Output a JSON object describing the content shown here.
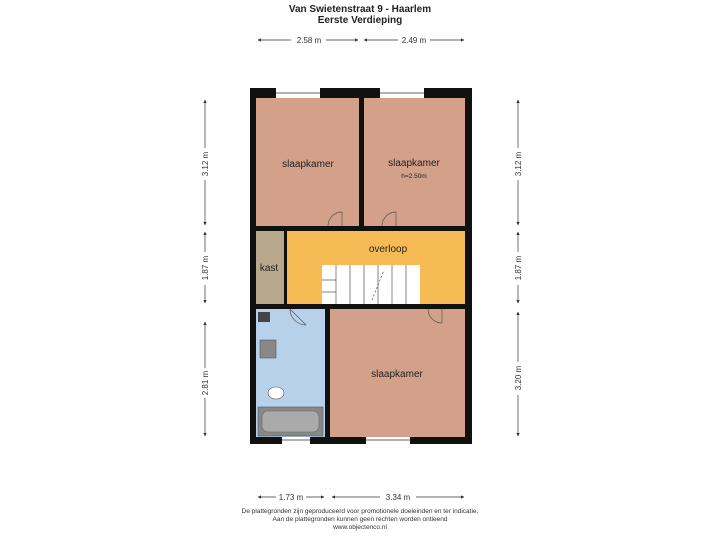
{
  "header": {
    "title": "Van Swietenstraat 9 - Haarlem",
    "subtitle": "Eerste Verdieping"
  },
  "dimensions": {
    "top_left": "2.58 m",
    "top_right": "2.49 m",
    "bottom_left": "1.73 m",
    "bottom_right": "3.34 m",
    "left_top": "3.12 m",
    "left_mid": "1.87 m",
    "left_bottom": "2.81 m",
    "right_top": "3.12 m",
    "right_mid": "1.87 m",
    "right_bottom": "3.20 m"
  },
  "rooms": {
    "bedroom_top_left": "slaapkamer",
    "bedroom_top_right": "slaapkamer",
    "bedroom_top_right_height": "h=2.50m",
    "landing": "overloop",
    "closet": "kast",
    "bedroom_bottom": "slaapkamer"
  },
  "colors": {
    "wall": "#111111",
    "bedroom": "#d3a08a",
    "landing": "#f6bb55",
    "closet": "#b8a98d",
    "bathroom": "#b8d1ea",
    "stairs": "#ffffff"
  },
  "footer": {
    "line1": "De plattegronden zijn geproduceerd voor promotionele doeleinden en ter indicatie.",
    "line2": "Aan de plattegronden kunnen geen rechten worden ontleend",
    "line3": "www.objectenco.nl"
  }
}
